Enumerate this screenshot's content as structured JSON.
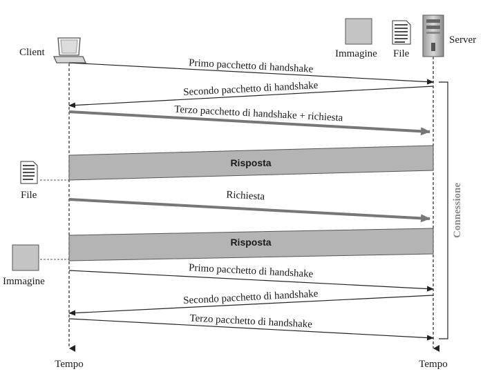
{
  "nodes": {
    "client_label": "Client",
    "server_label": "Server",
    "server_image_label": "Immagine",
    "server_file_label": "File",
    "left_file_label": "File",
    "left_image_label": "Immagine",
    "time_left": "Tempo",
    "time_right": "Tempo"
  },
  "messages": {
    "m1": "Primo pacchetto di handshake",
    "m2": "Secondo pacchetto di handshake",
    "m3": "Terzo pacchetto di handshake + richiesta",
    "resp1": "Risposta",
    "m4": "Richiesta",
    "resp2": "Risposta",
    "m5": "Primo pacchetto di handshake",
    "m6": "Secondo pacchetto di handshake",
    "m7": "Terzo pacchetto di handshake"
  },
  "connection_label": "Connessione",
  "colors": {
    "band_fill": "#b4b4b4",
    "thick_arrow": "#777777",
    "thin_arrow": "#222222",
    "connection_text": "#8a8a8a"
  }
}
